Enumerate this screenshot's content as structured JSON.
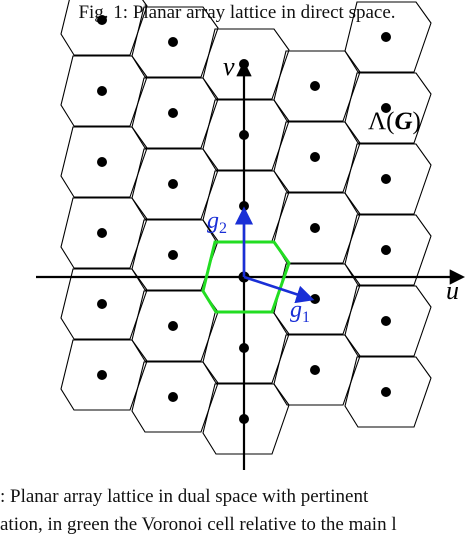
{
  "captions": {
    "fig1": "Fig. 1: Planar array lattice in direct space.",
    "fig2_line1": ": Planar array lattice in dual space with pertinent",
    "fig2_line2": "ation, in green the Voronoi cell relative to the main l"
  },
  "figure": {
    "axis_u": "u",
    "axis_v": "v",
    "vector_g1": "g",
    "vector_g1_sub": "1",
    "vector_g2": "g",
    "vector_g2_sub": "2",
    "lattice_label_prefix": "Λ(",
    "lattice_label_var": "G",
    "lattice_label_suffix": ")",
    "colors": {
      "axes": "#000000",
      "cells": "#000000",
      "voronoi_main": "#22dd22",
      "basis_vectors": "#1a2fd6",
      "basis_labels": "#1a2fd6"
    }
  }
}
